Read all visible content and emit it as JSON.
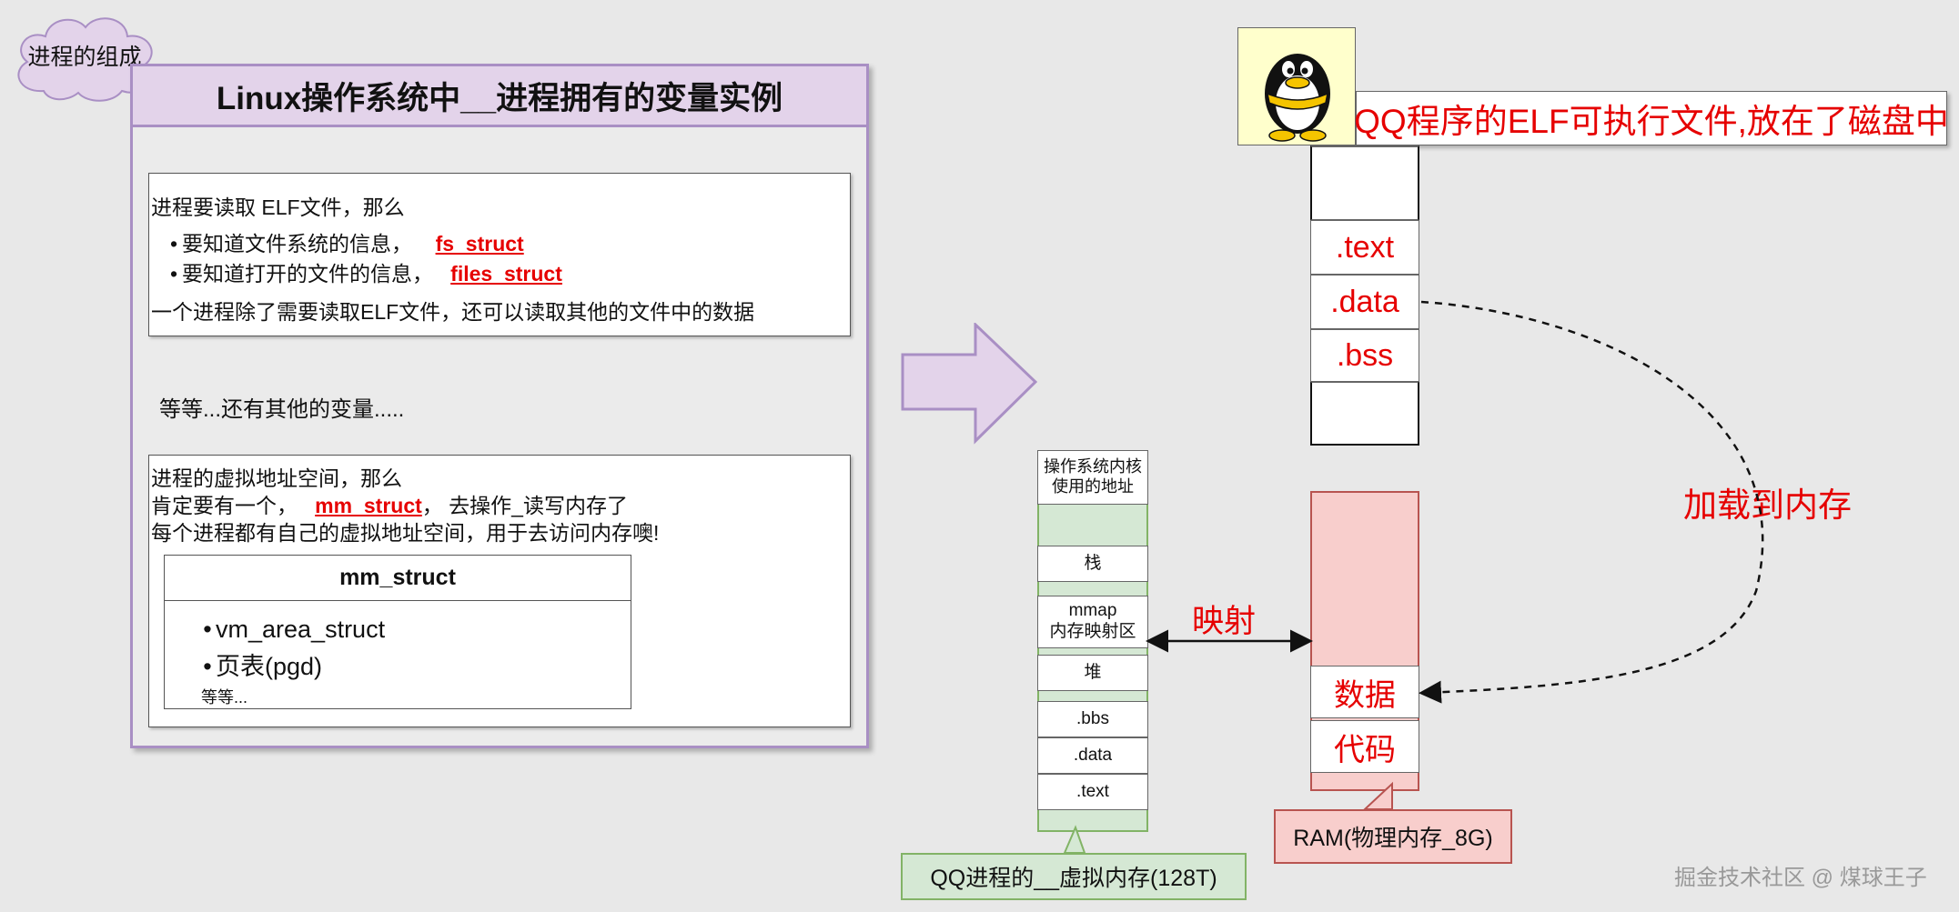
{
  "cloud_label": "进程的组成",
  "panel_title": "Linux操作系统中__进程拥有的变量实例",
  "box1": {
    "intro": "进程要读取 ELF文件，那么",
    "bullets": [
      {
        "text": "要知道文件系统的信息，",
        "highlight": "fs_struct"
      },
      {
        "text": "要知道打开的文件的信息，",
        "highlight": "files_struct"
      }
    ],
    "footer": "一个进程除了需要读取ELF文件，还可以读取其他的文件中的数据"
  },
  "etc_text": "等等...还有其他的变量.....",
  "box2": {
    "line1": "进程的虚拟地址空间，那么",
    "line2_prefix": "肯定要有一个，",
    "line2_highlight": "mm_struct",
    "line2_suffix": "，  去操作_读写内存了",
    "line3": "每个进程都有自己的虚拟地址空间，用于去访问内存噢!",
    "mm_struct": {
      "title": "mm_struct",
      "items": [
        "vm_area_struct",
        "页表(pgd)"
      ],
      "etc": "等等..."
    }
  },
  "virtual_memory": {
    "kernel": "操作系统内核\n使用的地址",
    "stack": "栈",
    "mmap": "mmap\n内存映射区",
    "heap": "堆",
    "bbs": ".bbs",
    "data": ".data",
    "text": ".text",
    "callout": "QQ进程的__虚拟内存(128T)"
  },
  "elf": {
    "label": "QQ程序的ELF可执行文件,放在了磁盘中",
    "sections": [
      ".text",
      ".data",
      ".bss"
    ]
  },
  "ram": {
    "data": "数据",
    "code": "代码",
    "callout": "RAM(物理内存_8G)"
  },
  "map_label": "映射",
  "load_label": "加载到内存",
  "watermark": "掘金技术社区 @ 煤球王子",
  "icons": {
    "logo": "qq-penguin-icon"
  },
  "colors": {
    "accent_red": "#e60000",
    "purple_border": "#a98fc4",
    "purple_fill": "#e3d3ea",
    "green_fill": "#d5e8d4",
    "green_border": "#82b366",
    "red_fill": "#f8cecc",
    "red_border": "#b85450"
  }
}
